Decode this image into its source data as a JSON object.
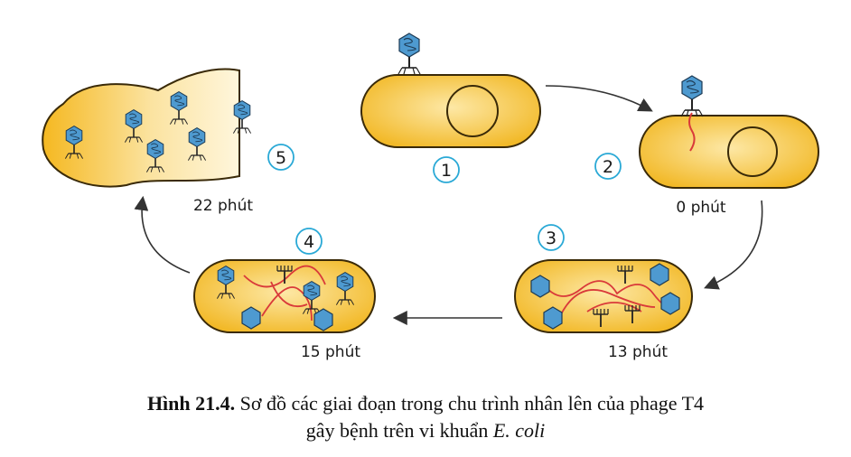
{
  "colors": {
    "cell_fill": "#f6c33a",
    "cell_stroke": "#3a2a08",
    "phage_blue": "#4e9ad0",
    "dna_red": "#d93a3a",
    "step_circle": "#2aa9d6"
  },
  "steps": [
    {
      "number": "1",
      "time": ""
    },
    {
      "number": "2",
      "time": "0 phút"
    },
    {
      "number": "3",
      "time": "13 phút"
    },
    {
      "number": "4",
      "time": "15 phút"
    },
    {
      "number": "5",
      "time": "22 phút"
    }
  ],
  "caption": {
    "figure_label": "Hình 21.4.",
    "line1_text": " Sơ đồ các giai đoạn trong chu trình nhân lên của phage T4",
    "line2_text": "gây bệnh trên vi khuẩn ",
    "line2_italic": "E. coli"
  }
}
